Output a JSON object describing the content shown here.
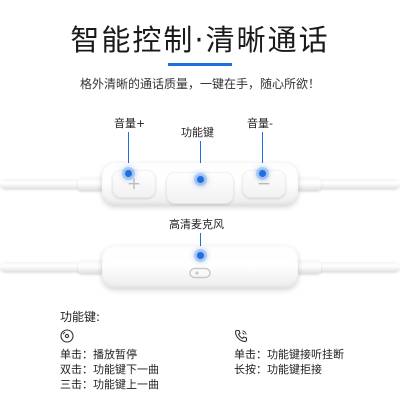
{
  "header": {
    "title": "智能控制·清晰通话",
    "subtitle": "格外清晰的通话质量，一键在手，随心所欲！"
  },
  "remote_labels": {
    "vol_up": "音量+",
    "func_key": "功能键",
    "vol_down": "音量-",
    "mic": "高清麦克风"
  },
  "glyphs": {
    "plus": "+",
    "minus": "−"
  },
  "functions": {
    "title": "功能键:",
    "music": [
      "单击：播放暂停",
      "双击：功能键下一曲",
      "三击：功能键上一曲"
    ],
    "call": [
      "单击：功能键接听挂断",
      "长按：功能键拒接"
    ],
    "icons": {
      "music": "music-disc-icon",
      "call": "phone-icon"
    }
  },
  "colors": {
    "accent": "#1e6fe0"
  }
}
